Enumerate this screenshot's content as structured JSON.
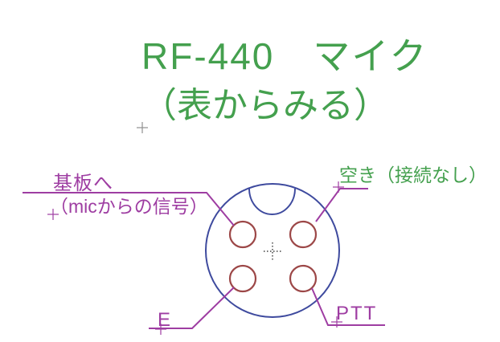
{
  "title": {
    "line1": "RF-440　マイク",
    "line2": "（表からみる）"
  },
  "labels": {
    "kiban": "基板へ",
    "mic": "（micからの信号）",
    "aki": "空き（接続なし）",
    "e": "E",
    "ptt": "PTT"
  },
  "connector": {
    "type": "4-pin round microphone connector, front view",
    "pins": [
      {
        "position": "upper-left",
        "label": "基板へ（micからの信号）"
      },
      {
        "position": "upper-right",
        "label": "空き（接続なし）"
      },
      {
        "position": "lower-left",
        "label": "E"
      },
      {
        "position": "lower-right",
        "label": "PTT"
      }
    ]
  },
  "colors": {
    "bg": "#ffffff",
    "green": "#44a04e",
    "purple": "#9e3da2",
    "navy": "#3e4a9e",
    "maroon": "#9c4747",
    "gray": "#8f8f8f",
    "black": "#1a1a1a"
  }
}
